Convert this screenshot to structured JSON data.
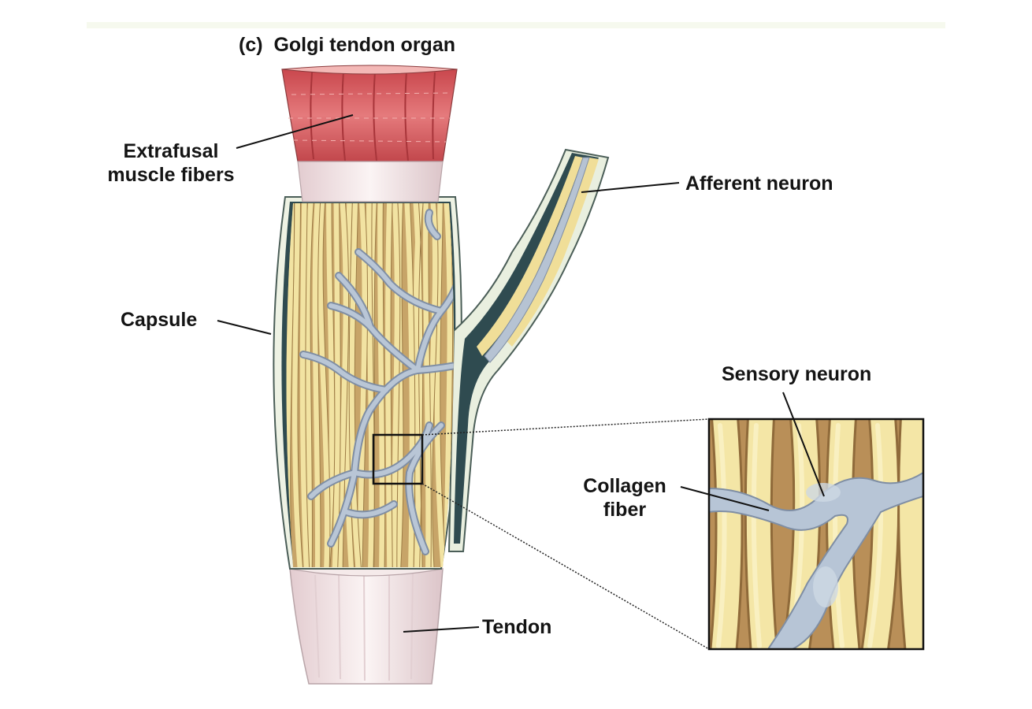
{
  "figure": {
    "panel_letter": "(c)",
    "title": "Golgi tendon organ"
  },
  "labels": {
    "extrafusal_line1": "Extrafusal",
    "extrafusal_line2": "muscle fibers",
    "afferent_neuron": "Afferent neuron",
    "capsule": "Capsule",
    "sensory_neuron": "Sensory neuron",
    "collagen_line1": "Collagen",
    "collagen_line2": "fiber",
    "tendon": "Tendon"
  },
  "colors": {
    "muscle": "#d9575c",
    "collagen": "#f1df9a",
    "collagen_shadow": "#b08a55",
    "neuron": "#a9b7c9",
    "capsule_dark": "#2e4a4f",
    "tendon": "#efe0e2"
  }
}
